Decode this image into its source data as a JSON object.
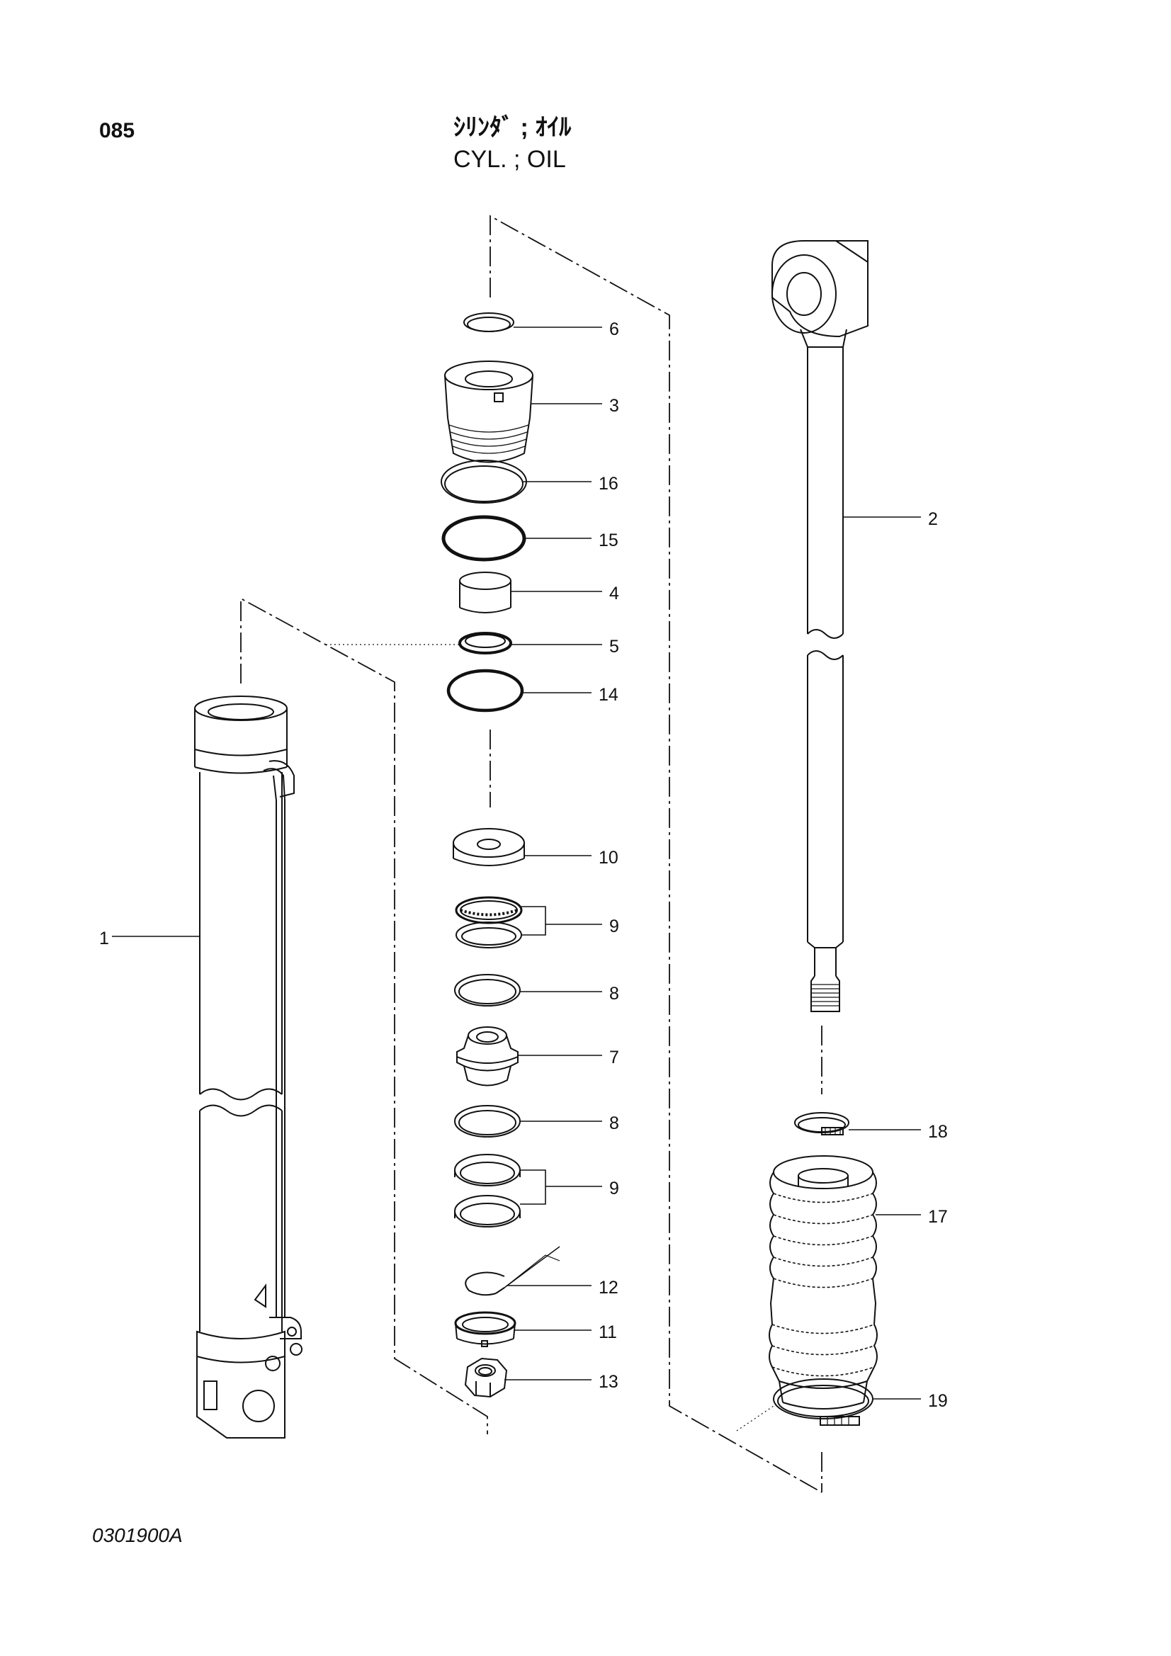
{
  "header": {
    "page_code": "085",
    "title_jp": "ｼﾘﾝﾀﾞ ; ｵｲﾙ",
    "title_en": "CYL. ; OIL"
  },
  "figure_code": "0301900A",
  "callouts": {
    "c1": "1",
    "c2": "2",
    "c3": "3",
    "c4": "4",
    "c5": "5",
    "c6": "6",
    "c7": "7",
    "c8a": "8",
    "c8b": "8",
    "c9a": "9",
    "c9b": "9",
    "c10": "10",
    "c11": "11",
    "c12": "12",
    "c13": "13",
    "c14": "14",
    "c15": "15",
    "c16": "16",
    "c17": "17",
    "c18": "18",
    "c19": "19"
  },
  "parts": [
    {
      "no": "1",
      "item": "cylinder-tube"
    },
    {
      "no": "2",
      "item": "piston-rod"
    },
    {
      "no": "3",
      "item": "cylinder-head"
    },
    {
      "no": "4",
      "item": "bushing"
    },
    {
      "no": "5",
      "item": "rod-seal"
    },
    {
      "no": "6",
      "item": "dust-seal"
    },
    {
      "no": "7",
      "item": "piston"
    },
    {
      "no": "8",
      "item": "wear-ring"
    },
    {
      "no": "9",
      "item": "piston-seal-set"
    },
    {
      "no": "10",
      "item": "cushion-collar"
    },
    {
      "no": "11",
      "item": "lock-collar"
    },
    {
      "no": "12",
      "item": "retaining-ring"
    },
    {
      "no": "13",
      "item": "lock-nut"
    },
    {
      "no": "14",
      "item": "o-ring"
    },
    {
      "no": "15",
      "item": "o-ring"
    },
    {
      "no": "16",
      "item": "backup-ring"
    },
    {
      "no": "17",
      "item": "bellows-boot"
    },
    {
      "no": "18",
      "item": "hose-band"
    },
    {
      "no": "19",
      "item": "hose-band"
    }
  ]
}
